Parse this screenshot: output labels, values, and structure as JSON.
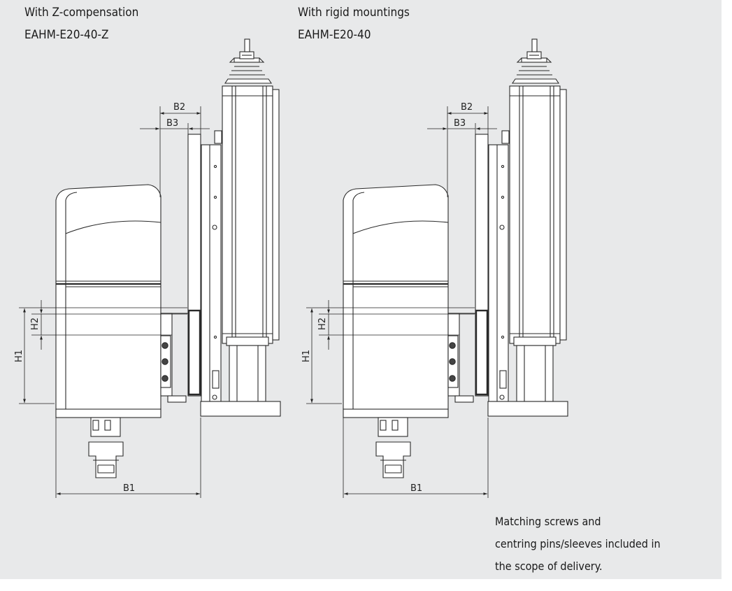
{
  "variants": [
    {
      "name": "With Z-compensation",
      "model": "EAHM-E20-40-Z"
    },
    {
      "name": "With rigid mountings",
      "model": "EAHM-E20-40"
    }
  ],
  "dimension_labels": {
    "b1": "B1",
    "b2": "B2",
    "b3": "B3",
    "h1": "H1",
    "h2": "H2"
  },
  "note": {
    "line1": "Matching screws and",
    "line2": "centring pins/sleeves included in",
    "line3": "the scope of delivery."
  },
  "colors": {
    "background": "#e8e9ea",
    "line": "#2a2a2a",
    "body_fill": "#ffffff"
  }
}
